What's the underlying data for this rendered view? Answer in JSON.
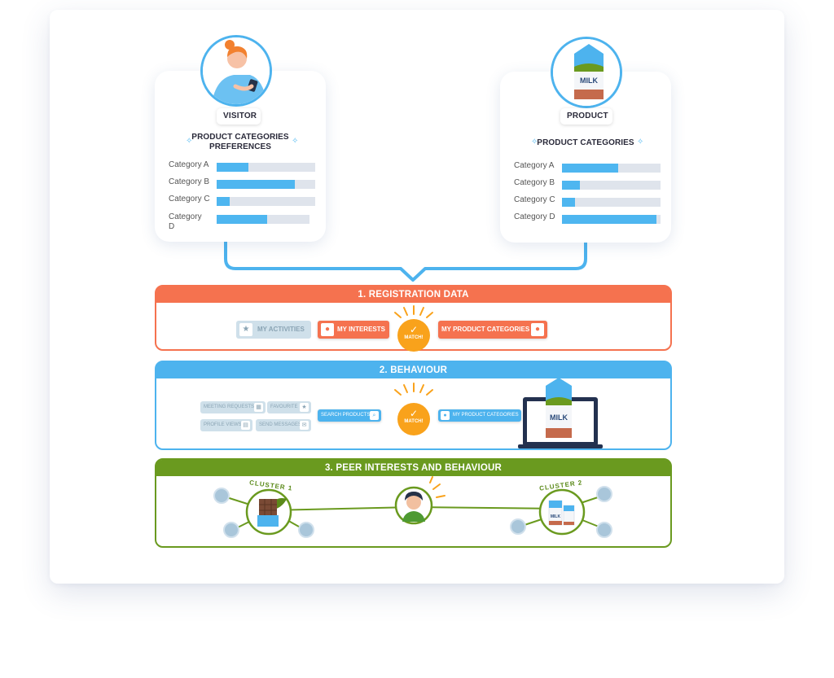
{
  "visitor": {
    "role_label": "VISITOR",
    "title_line1": "PRODUCT CATEGORIES",
    "title_line2": "PREFERENCES",
    "categories": [
      {
        "label": "Category A",
        "fill": 0.32
      },
      {
        "label": "Category B",
        "fill": 0.79
      },
      {
        "label": "Category C",
        "fill": 0.13
      },
      {
        "label": "Category D",
        "fill": 0.54
      }
    ]
  },
  "product": {
    "role_label": "PRODUCT",
    "title": "PRODUCT CATEGORIES",
    "carton_text": "MILK",
    "categories": [
      {
        "label": "Category A",
        "fill": 0.57
      },
      {
        "label": "Category B",
        "fill": 0.18
      },
      {
        "label": "Category C",
        "fill": 0.13
      },
      {
        "label": "Category D",
        "fill": 0.96
      }
    ]
  },
  "registration": {
    "title": "1. REGISTRATION DATA",
    "my_activities": "MY ACTIVITIES",
    "my_interests": "MY INTERESTS",
    "match": "MATCH!",
    "my_product_categories": "MY PRODUCT CATEGORIES"
  },
  "behaviour": {
    "title": "2. BEHAVIOUR",
    "meeting_requests": "MEETING REQUESTS",
    "favourite": "FAVOURITE",
    "profile_views": "PROFILE VIEWS",
    "send_messages": "SEND MESSAGES",
    "search_products": "SEARCH PRODUCTS",
    "match": "MATCH!",
    "my_product_categories": "MY PRODUCT CATEGORIES",
    "laptop_carton_text": "MILK"
  },
  "peer": {
    "title": "3. PEER INTERESTS AND BEHAVIOUR",
    "cluster1": "CLUSTER 1",
    "cluster2": "CLUSTER 2",
    "carton_text": "MILK"
  },
  "colors": {
    "registration": "#f5724f",
    "behaviour": "#4db3ee",
    "peer": "#6a9a1f",
    "match": "#f9a21b"
  }
}
